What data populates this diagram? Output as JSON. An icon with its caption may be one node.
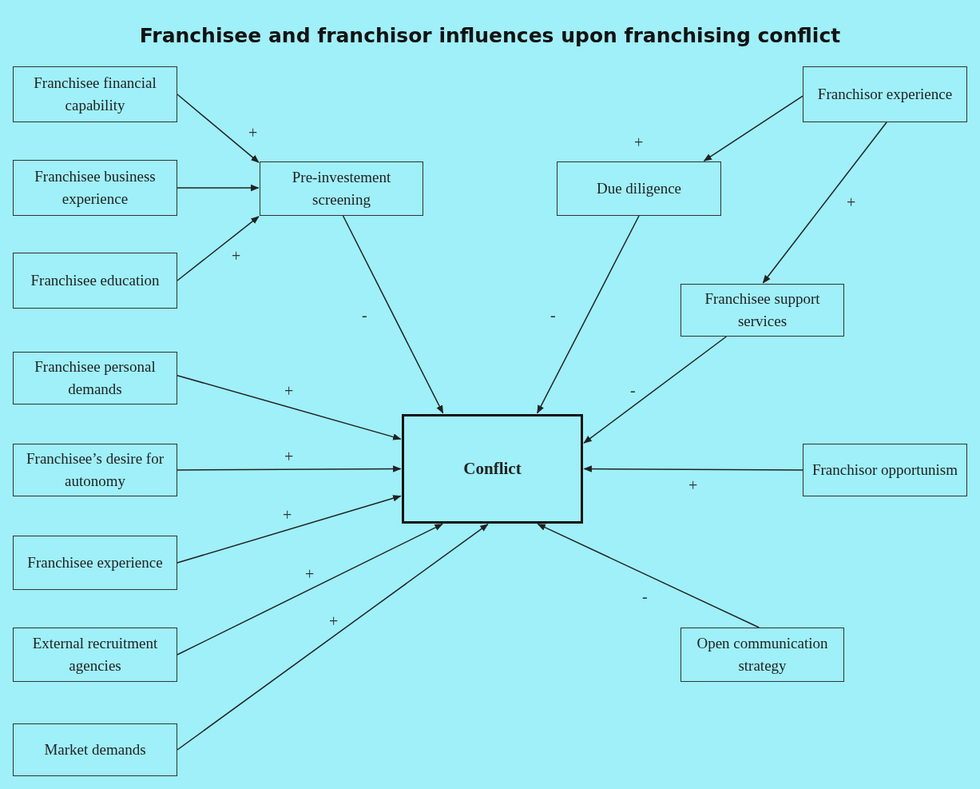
{
  "diagram": {
    "title": "Franchisee and franchisor influences upon franchising conflict",
    "nodes": [
      {
        "text": [
          "Franchisee financial capability"
        ]
      },
      {
        "text": [
          "Pre-investement screening"
        ]
      },
      {
        "text": [
          "Due diligence"
        ]
      },
      {
        "text": [
          "Franchisor experience"
        ]
      },
      {
        "text": [
          "Franchisee business experience"
        ]
      },
      {
        "text": [
          "Franchisee education"
        ]
      },
      {
        "text": [
          "Franchisee support services"
        ]
      },
      {
        "text": [
          "Franchisee personal demands"
        ]
      },
      {
        "text": [
          "Conflict"
        ]
      },
      {
        "text": [
          "Franchisee’s desire for autonomy"
        ]
      },
      {
        "text": [
          "Franchisor opportunism"
        ]
      },
      {
        "text": [
          "Franchisee experience"
        ]
      },
      {
        "text": [
          "External recruitment agencies"
        ]
      },
      {
        "text": [
          "Open communication strategy"
        ]
      },
      {
        "text": [
          "Market demands"
        ]
      }
    ],
    "edges": [
      {
        "from": 0,
        "to": 1,
        "arrow": "to",
        "label": "+"
      },
      {
        "from": 4,
        "to": 1,
        "arrow": "to"
      },
      {
        "from": 5,
        "to": 1,
        "arrow": "to",
        "label": "+"
      },
      {
        "from": 3,
        "to": 2,
        "arrow": "to",
        "label": "+"
      },
      {
        "from": 3,
        "to": 6,
        "arrow": "to",
        "label": "+"
      },
      {
        "from": 1,
        "to": 8,
        "arrow": "to",
        "label": "-"
      },
      {
        "from": 2,
        "to": 8,
        "arrow": "to",
        "label": "-"
      },
      {
        "from": 6,
        "to": 8,
        "arrow": "to",
        "label": "-"
      },
      {
        "from": 7,
        "to": 8,
        "arrow": "to",
        "label": "+"
      },
      {
        "from": 9,
        "to": 8,
        "arrow": "to",
        "label": "+"
      },
      {
        "from": 11,
        "to": 8,
        "arrow": "to",
        "label": "+"
      },
      {
        "from": 12,
        "to": 8,
        "arrow": "to",
        "label": "+"
      },
      {
        "from": 14,
        "to": 8,
        "arrow": "to",
        "label": "+"
      },
      {
        "from": 10,
        "to": 8,
        "arrow": "to",
        "label": "+"
      },
      {
        "from": 13,
        "to": 8,
        "arrow": "to",
        "label": "-"
      }
    ]
  }
}
